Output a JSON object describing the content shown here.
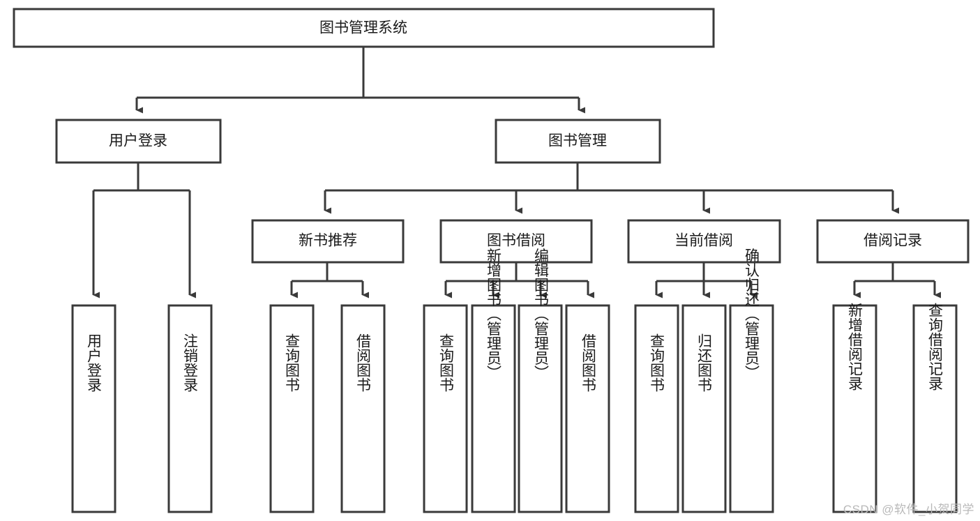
{
  "diagram": {
    "type": "tree-hierarchy",
    "title": "图书管理系统",
    "watermark": "CSDN @软件_小贺同学",
    "colors": {
      "stroke": "#3a3a3a",
      "fill": "#ffffff",
      "text": "#1a1a1a",
      "watermark": "#b9b9b9",
      "background": "#ffffff"
    },
    "levels": {
      "root": {
        "label": "图书管理系统"
      },
      "level2": [
        {
          "label": "用户登录"
        },
        {
          "label": "图书管理"
        }
      ],
      "level3": [
        {
          "label": "新书推荐"
        },
        {
          "label": "图书借阅"
        },
        {
          "label": "当前借阅"
        },
        {
          "label": "借阅记录"
        }
      ],
      "level4": [
        {
          "label": "用户登录",
          "parent": "用户登录"
        },
        {
          "label": "注销登录",
          "parent": "用户登录"
        },
        {
          "label": "查询图书",
          "parent": "新书推荐"
        },
        {
          "label": "借阅图书",
          "parent": "新书推荐"
        },
        {
          "label": "查询图书",
          "parent": "图书借阅"
        },
        {
          "label": "新增图书（管理员）",
          "parent": "图书借阅"
        },
        {
          "label": "编辑图书（管理员）",
          "parent": "图书借阅"
        },
        {
          "label": "借阅图书",
          "parent": "图书借阅"
        },
        {
          "label": "查询图书",
          "parent": "当前借阅"
        },
        {
          "label": "归还图书",
          "parent": "当前借阅"
        },
        {
          "label": "确认归还（管理员）",
          "parent": "当前借阅"
        },
        {
          "label": "新增借阅记录",
          "parent": "借阅记录"
        },
        {
          "label": "查询借阅记录",
          "parent": "借阅记录"
        }
      ]
    }
  }
}
